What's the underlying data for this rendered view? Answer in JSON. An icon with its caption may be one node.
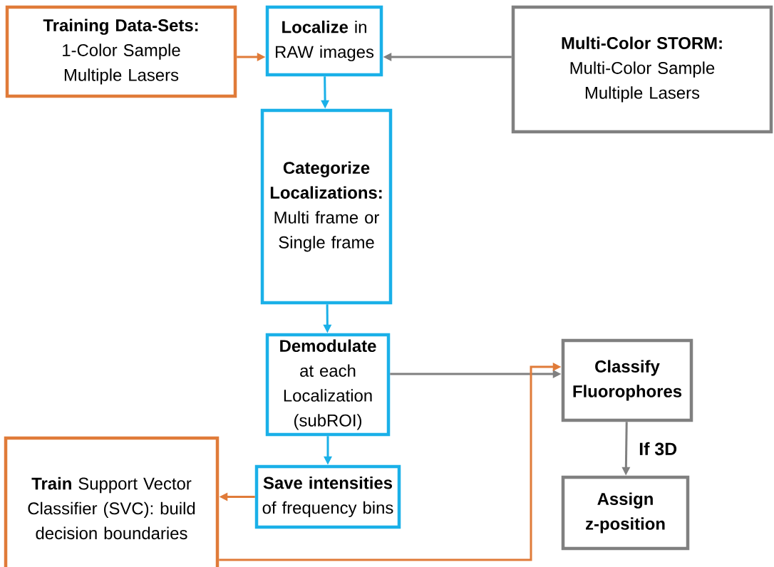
{
  "diagram": {
    "nodes": [
      {
        "text": [
          "Training Data-Sets:",
          "1-Color Sample Multiple Lasers"
        ]
      },
      {
        "text": [
          "**Localize** in RAW images"
        ]
      },
      {
        "text": [
          "Multi-Color STORM:",
          "Multi-Color Sample Multiple Lasers"
        ]
      },
      {
        "text": [
          "Categorize Localizations:",
          "Multi frame or Single frame"
        ]
      },
      {
        "text": [
          "**Demodulate** at each Localization (subROI)"
        ]
      },
      {
        "text": [
          "Classify Fluorophores"
        ]
      },
      {
        "text": [
          "**Train** Support Vector Classifier (SVC): build decision boundaries"
        ]
      },
      {
        "text": [
          "Save intensities",
          "of frequency bins"
        ]
      },
      {
        "text": [
          "Assign z-position"
        ]
      }
    ],
    "edges": [
      {
        "from": 0,
        "to": 1,
        "arrow": "to",
        "color": "#e07b39"
      },
      {
        "from": 2,
        "to": 1,
        "arrow": "to",
        "color": "#808080"
      },
      {
        "from": 1,
        "to": 3,
        "arrow": "to",
        "color": "#1ab0e8"
      },
      {
        "from": 3,
        "to": 4,
        "arrow": "to",
        "color": "#1ab0e8"
      },
      {
        "from": 4,
        "to": 5,
        "arrow": "to",
        "color": "#808080"
      },
      {
        "from": 4,
        "to": 7,
        "arrow": "to",
        "color": "#1ab0e8"
      },
      {
        "from": 7,
        "to": 6,
        "arrow": "to",
        "color": "#e07b39"
      },
      {
        "from": 6,
        "to": 5,
        "arrow": "to",
        "color": "#e07b39"
      },
      {
        "from": 5,
        "to": 8,
        "arrow": "to",
        "color": "#808080",
        "label": "If 3D"
      }
    ]
  }
}
